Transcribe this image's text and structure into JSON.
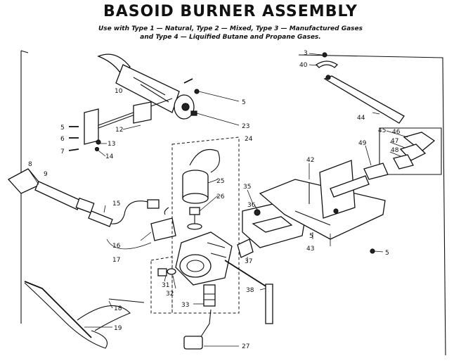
{
  "title": "BASOID BURNER ASSEMBLY",
  "subtitle_line1": "Use with Type 1 — Natural, Type 2 — Mixed, Type 3 — Manufactured Gases",
  "subtitle_line2": "and Type 4 — Liquified Butane and Propane Gases.",
  "callouts": [
    "3",
    "40",
    "5",
    "10",
    "23",
    "12",
    "5",
    "6",
    "13",
    "7",
    "14",
    "8",
    "9",
    "24",
    "25",
    "26",
    "15",
    "16",
    "17",
    "35",
    "36",
    "42",
    "44",
    "45",
    "46",
    "47",
    "48",
    "49",
    "5",
    "43",
    "5",
    "37",
    "31",
    "32",
    "33",
    "38",
    "18",
    "19",
    "27"
  ]
}
